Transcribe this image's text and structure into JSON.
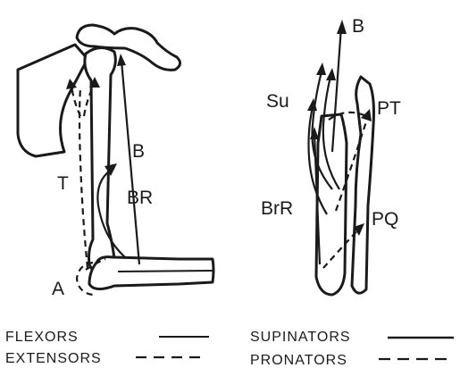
{
  "elbow_diagram": {
    "labels": {
      "T": "T",
      "B": "B",
      "BR": "BR",
      "A": "A"
    }
  },
  "forearm_diagram": {
    "labels": {
      "B": "B",
      "Su": "Su",
      "PT": "PT",
      "BrR": "BrR",
      "PQ": "PQ"
    }
  },
  "legend": {
    "flexors": "FLEXORS",
    "extensors": "EXTENSORS",
    "supinators": "SUPINATORS",
    "pronators": "PRONATORS"
  },
  "colors": {
    "ink": "#1a1a1a",
    "background": "#ffffff"
  }
}
